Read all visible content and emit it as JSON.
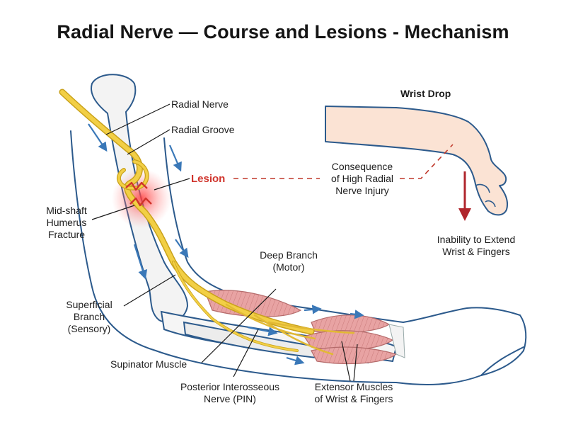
{
  "title": "Radial Nerve — Course and Lesions - Mechanism",
  "labels": {
    "radial_nerve": "Radial Nerve",
    "radial_groove": "Radial Groove",
    "lesion": "Lesion",
    "midshaft_fracture": [
      "Mid-shaft",
      "Humerus",
      "Fracture"
    ],
    "consequence": [
      "Consequence",
      "of High Radial",
      "Nerve Injury"
    ],
    "wrist_drop": "Wrist Drop",
    "inability": [
      "Inability to Extend",
      "Wrist & Fingers"
    ],
    "deep_branch": [
      "Deep Branch",
      "(Motor)"
    ],
    "superficial_branch": [
      "Superficial",
      "Branch",
      "(Sensory)"
    ],
    "supinator": "Supinator Muscle",
    "pin": [
      "Posterior Interosseous",
      "Nerve (PIN)"
    ],
    "extensor": [
      "Extensor Muscles",
      "of Wrist & Fingers"
    ]
  },
  "colors": {
    "nerve": "#f2cf45",
    "nerve_outline": "#c9a21b",
    "lesion": "#d0342c",
    "muscle": "#e59c9c",
    "bone": "#f3f3f3",
    "outline": "#2c5a8c",
    "skin": "#fbe3d4",
    "arrow_flow": "#3a78b8",
    "dashed_link": "#c0392b"
  }
}
